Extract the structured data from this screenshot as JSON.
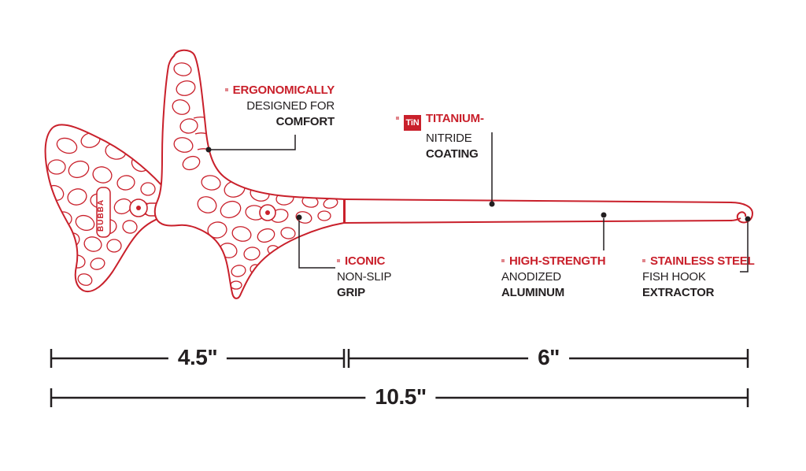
{
  "colors": {
    "accent": "#c9202b",
    "ink": "#231f20"
  },
  "logo": {
    "brand": "BUBBA"
  },
  "callouts": {
    "ergonomic": {
      "line1": "ERGONOMICALLY",
      "line2": "DESIGNED FOR",
      "line3": "COMFORT"
    },
    "coating": {
      "badge": "TiN",
      "line1": "TITANIUM-",
      "line2": "NITRIDE",
      "line3": "COATING"
    },
    "grip": {
      "line1": "ICONIC",
      "line2": "NON-SLIP",
      "line3": "GRIP"
    },
    "shaft": {
      "line1": "HIGH-STRENGTH",
      "line2": "ANODIZED",
      "line3": "ALUMINUM"
    },
    "hook": {
      "line1": "STAINLESS STEEL",
      "line2": "FISH HOOK",
      "line3": "EXTRACTOR"
    }
  },
  "dimensions": {
    "handle_length": "4.5\"",
    "shaft_length": "6\"",
    "total_length": "10.5\""
  }
}
